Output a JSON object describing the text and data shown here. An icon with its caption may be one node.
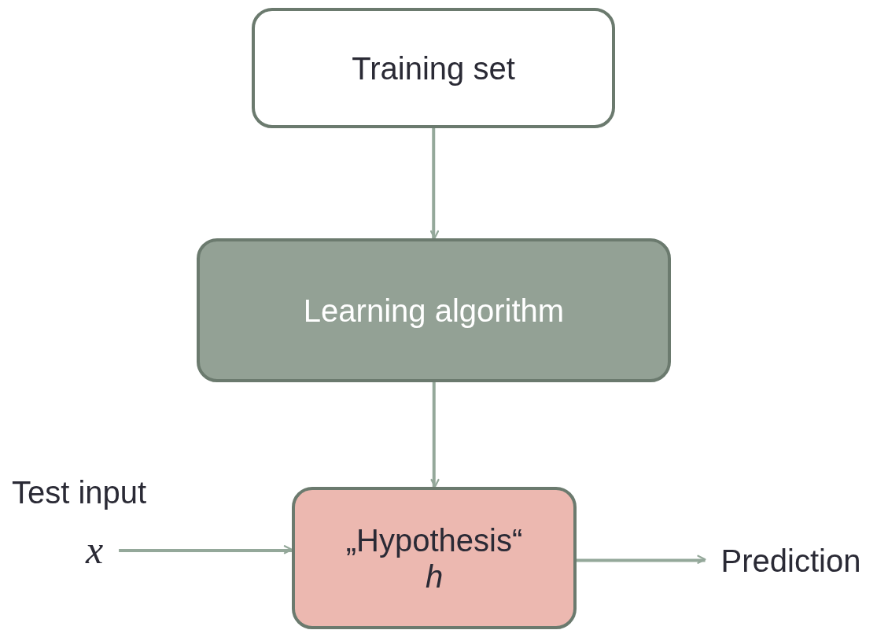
{
  "diagram": {
    "nodes": [
      {
        "text": [
          "Training set"
        ]
      },
      {
        "text": [
          "Learning algorithm"
        ]
      },
      {
        "text": [
          "„Hypothesis“",
          "h"
        ]
      },
      {
        "text": [
          "x"
        ],
        "beside": [
          "Test input"
        ]
      },
      {
        "text": [
          "Prediction"
        ]
      }
    ],
    "edges": [
      {
        "from": 0,
        "to": 1,
        "arrow": "to"
      },
      {
        "from": 1,
        "to": 2,
        "arrow": "to"
      },
      {
        "from": 3,
        "to": 2,
        "arrow": "to"
      },
      {
        "from": 2,
        "to": 4,
        "arrow": "to"
      }
    ]
  }
}
